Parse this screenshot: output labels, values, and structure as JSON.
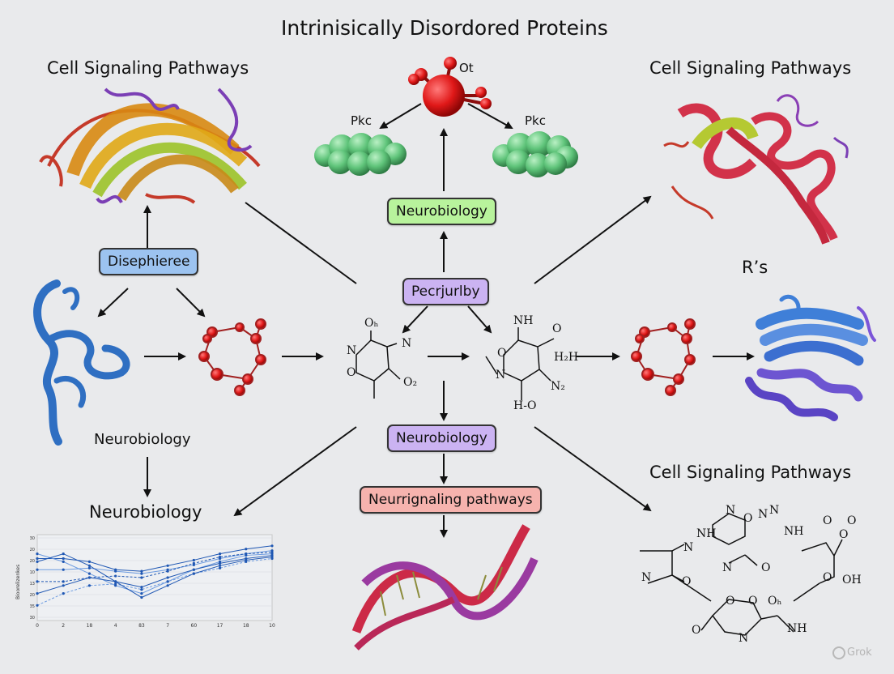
{
  "title": "Intrinisically Disordored Proteins",
  "headings": {
    "top_left": "Cell Signaling Pathways",
    "top_right": "Cell Signaling Pathways",
    "bottom_right": "Cell Signaling Pathways",
    "mid_left": "Neurobiology",
    "lower_left": "Neurobiology",
    "right_label": "R’s"
  },
  "small_labels": {
    "pkc_left": "Pkc",
    "pkc_right": "Pkc",
    "ot": "Ot"
  },
  "boxes": {
    "disephieree": "Disephieree",
    "neurobiology_top": "Neurobiology",
    "pecrjurlby": "Pecrjurlby",
    "neurobiology_mid": "Neurobiology",
    "neursignaling": "Neurrignaling pathways"
  },
  "box_colors": {
    "blue": "#9cc3f0",
    "green": "#b8f39c",
    "purple": "#cbb3f2",
    "salmon": "#f6b3ae"
  },
  "chem_labels": {
    "left_mol": [
      "Oₕ",
      "N",
      "O",
      "N",
      "O₂"
    ],
    "mid_mol": [
      "NH",
      "O",
      "O",
      "H₂H",
      "N",
      "N₂",
      "H-O"
    ],
    "br_mol": [
      "N",
      "O",
      "H",
      "N",
      "NH",
      "N",
      "N₂",
      "N",
      "O",
      "O",
      "O",
      "O",
      "OH",
      "N",
      "O",
      "O",
      "Oₕ",
      "O",
      "N",
      "NH"
    ]
  },
  "chart": {
    "x_ticks": [
      "0",
      "2",
      "18",
      "4",
      "83",
      "7",
      "60",
      "17",
      "18",
      "10"
    ],
    "y_ticks": [
      "30",
      "20",
      "20",
      "10",
      "13",
      "20",
      "35",
      "30"
    ],
    "ylabel": "Bioorelizenkes"
  },
  "watermark": "Grok"
}
